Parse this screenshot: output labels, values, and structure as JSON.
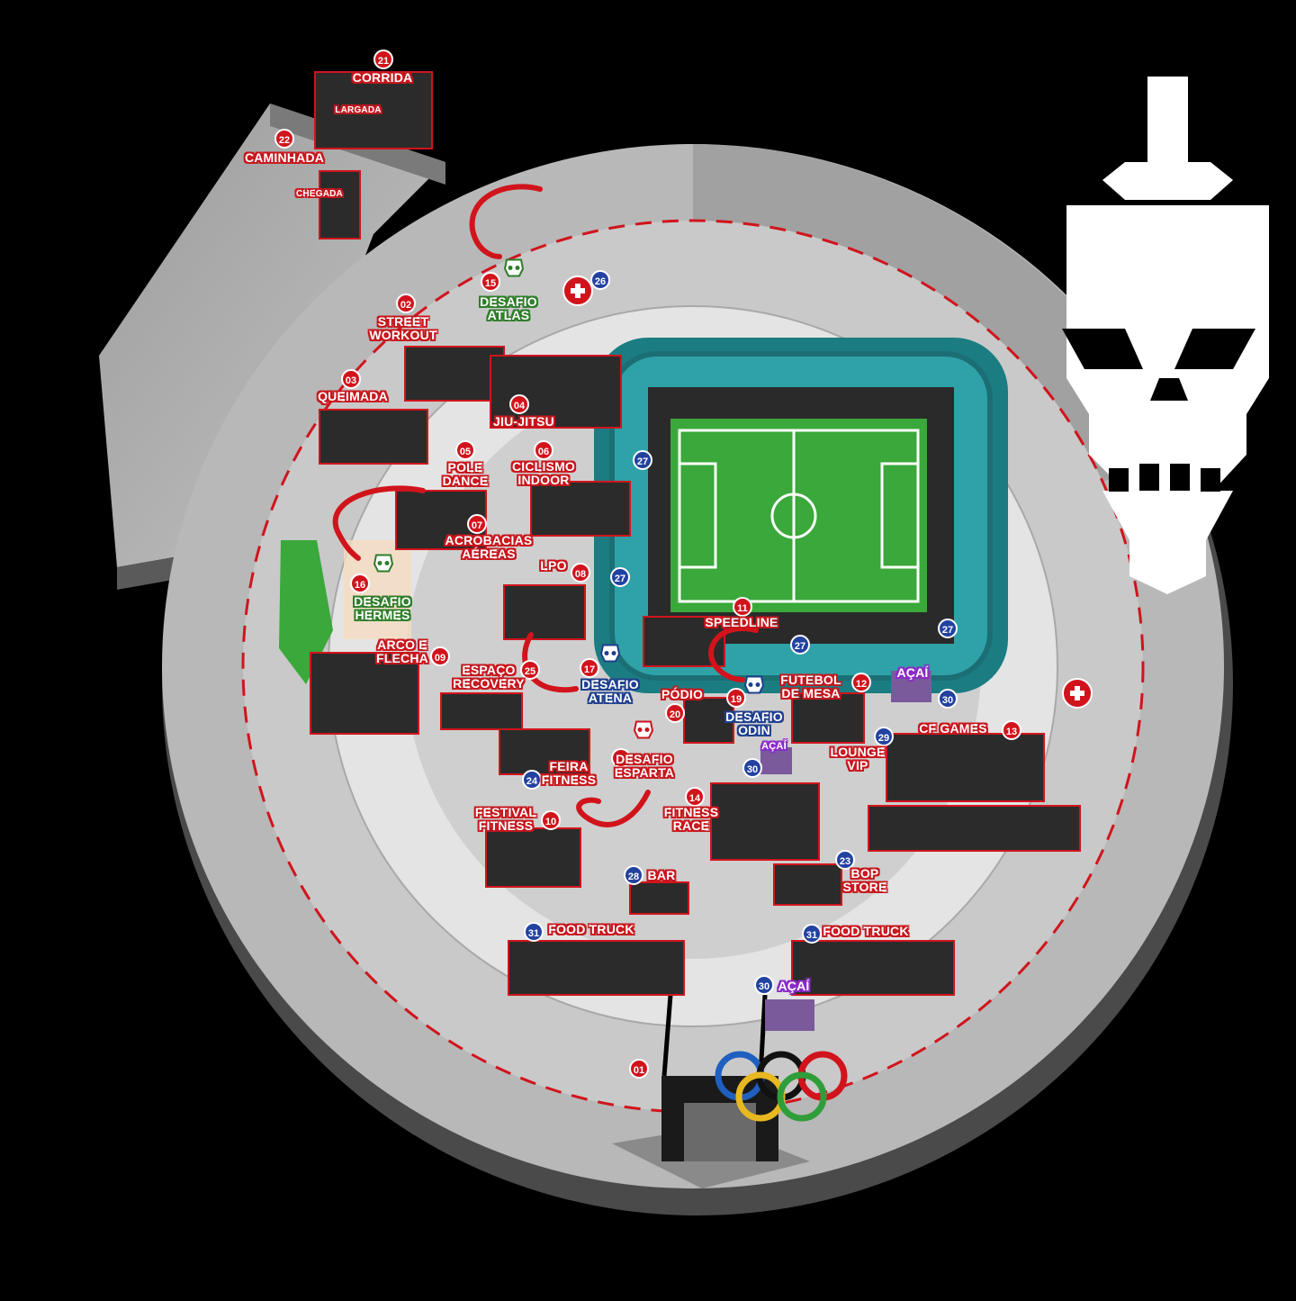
{
  "colors": {
    "background": "#000000",
    "concrete": "#bdbdbd",
    "track": "#1e8f93",
    "field": "#3aa83a",
    "accent_red": "#d1141c",
    "badge_blue": "#2342a0",
    "badge_green": "#2f7d2a",
    "acai_purple": "#8a2bc9"
  },
  "logo": {
    "icon": "skull-sword-icon"
  },
  "labels": {
    "l01": "01",
    "corrida": {
      "num": "21",
      "text": "CORRIDA"
    },
    "largada": "LARGADA",
    "caminhada": {
      "num": "22",
      "text": "CAMINHADA"
    },
    "chegada": "CHEGADA",
    "atlas": {
      "num": "15",
      "line1": "DESAFIO",
      "line2": "ATLAS"
    },
    "medical_top": {
      "num": "26"
    },
    "street": {
      "num": "02",
      "line1": "STREET",
      "line2": "WORKOUT"
    },
    "queimada": {
      "num": "03",
      "text": "QUEIMADA"
    },
    "jiujitsu": {
      "num": "04",
      "text": "JIU-JITSU"
    },
    "pole": {
      "num": "05",
      "line1": "POLE",
      "line2": "DANCE"
    },
    "ciclismo": {
      "num": "06",
      "line1": "CICLISMO",
      "line2": "INDOOR"
    },
    "acrobacias": {
      "num": "07",
      "line1": "ACROBACIAS",
      "line2": "AÉREAS"
    },
    "hermes": {
      "num": "16",
      "line1": "DESAFIO",
      "line2": "HERMES"
    },
    "lpo": {
      "num": "08",
      "text": "LPO"
    },
    "arco": {
      "num": "09",
      "line1": "ARCO E",
      "line2": "FLECHA"
    },
    "speedline": {
      "num": "11",
      "text": "SPEEDLINE"
    },
    "espaco": {
      "num": "25",
      "line1": "ESPAÇO",
      "line2": "RECOVERY"
    },
    "atena": {
      "num": "17",
      "line1": "DESAFIO",
      "line2": "ATENA"
    },
    "podio": {
      "num": "20",
      "text": "PÓDIO"
    },
    "odin": {
      "num": "19",
      "line1": "DESAFIO",
      "line2": "ODIN"
    },
    "futebol": {
      "num": "12",
      "line1": "FUTEBOL",
      "line2": "DE MESA"
    },
    "acai_right": {
      "num": "30",
      "text": "AÇAÍ"
    },
    "esparta": {
      "num": "18",
      "line1": "DESAFIO",
      "line2": "ESPARTA"
    },
    "feira": {
      "num": "24",
      "line1": "FEIRA",
      "line2": "FITNESS"
    },
    "acai_mid": {
      "num": "30",
      "text": "AÇAÍ"
    },
    "lounge": {
      "num": "29",
      "line1": "LOUNGE",
      "line2": "VIP"
    },
    "cfgames": {
      "num": "13",
      "text": "CF GAMES"
    },
    "festival": {
      "num": "10",
      "line1": "FESTIVAL",
      "line2": "FITNESS"
    },
    "fitnessrace": {
      "num": "14",
      "line1": "FITNESS",
      "line2": "RACE"
    },
    "bar": {
      "num": "28",
      "text": "BAR"
    },
    "bopstore": {
      "num": "23",
      "line1": "BOP",
      "line2": "STORE"
    },
    "food_left": {
      "num": "31",
      "text": "FOOD TRUCK"
    },
    "food_right": {
      "num": "31",
      "text": "FOOD TRUCK"
    },
    "acai_bottom": {
      "num": "30",
      "text": "AÇAÍ"
    },
    "wc": [
      "27",
      "27",
      "27",
      "27"
    ]
  }
}
